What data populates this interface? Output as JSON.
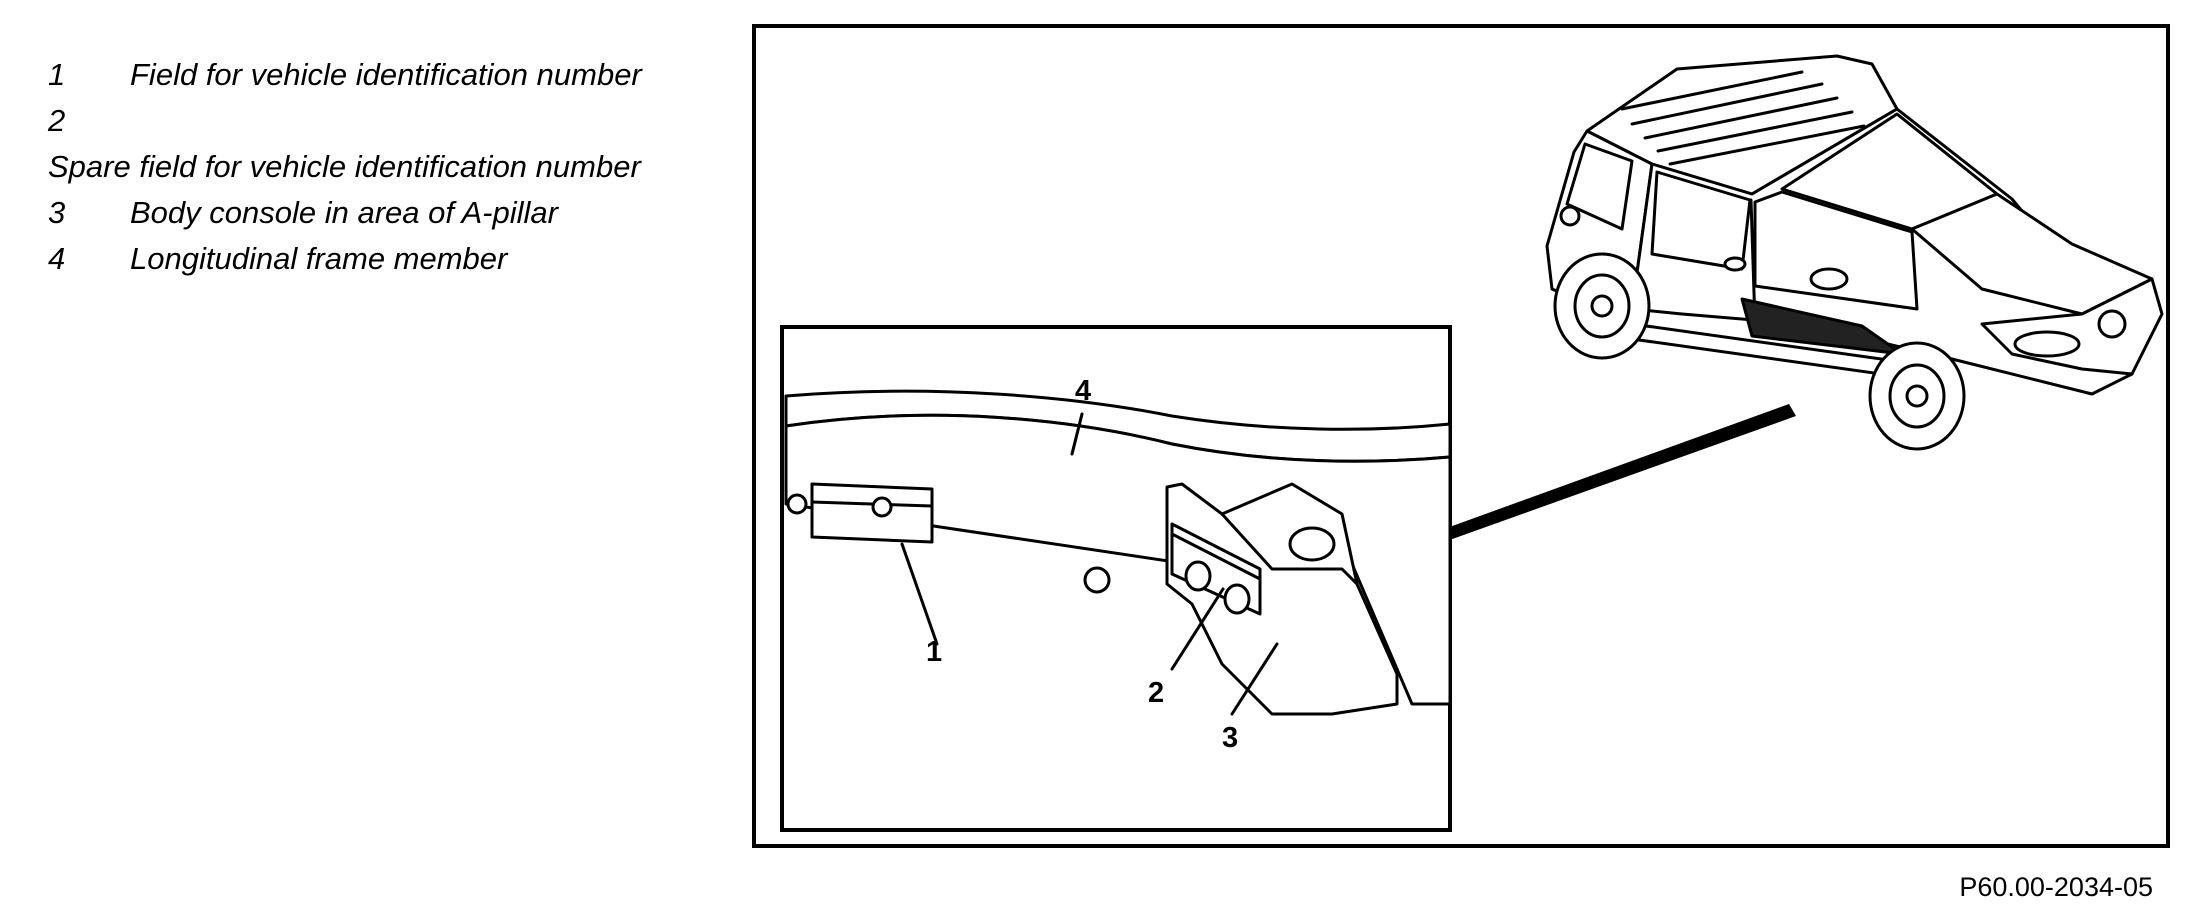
{
  "legend": {
    "items": [
      {
        "number": "1",
        "text": "Field for vehicle identification number"
      },
      {
        "number": "2",
        "text": "Spare field for vehicle identification number"
      },
      {
        "number": "3",
        "text": "Body console in area of A-pillar"
      },
      {
        "number": "4",
        "text": "Longitudinal frame member"
      }
    ]
  },
  "figure": {
    "callouts": {
      "c1": "1",
      "c2": "2",
      "c3": "3",
      "c4": "4"
    },
    "figure_code": "P60.00-2034-05"
  }
}
